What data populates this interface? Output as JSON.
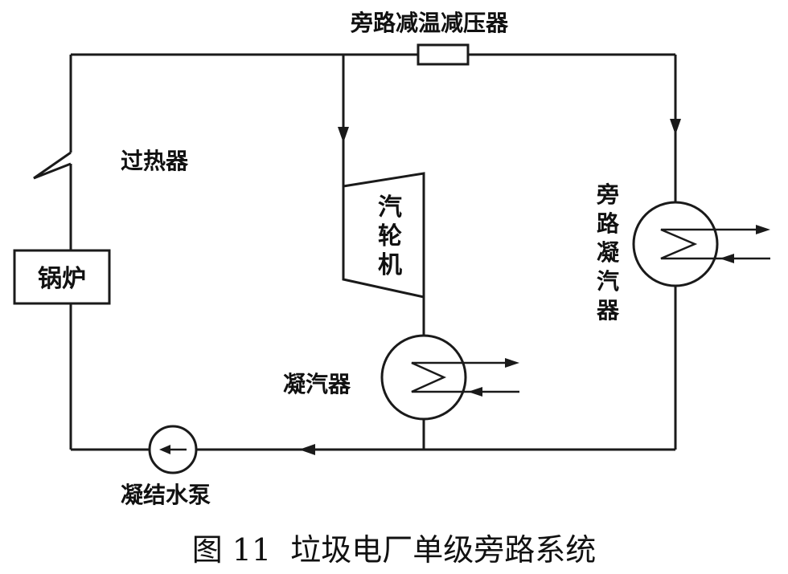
{
  "labels": {
    "bypass_valve": "旁路减温减压器",
    "superheater": "过热器",
    "boiler": "锅炉",
    "turbine": [
      "汽",
      "轮",
      "机"
    ],
    "bypass_condenser": [
      "旁",
      "路",
      "凝",
      "汽",
      "器"
    ],
    "condenser": "凝汽器",
    "pump": "凝结水泵"
  },
  "caption": "图 11  垃圾电厂单级旁路系统"
}
